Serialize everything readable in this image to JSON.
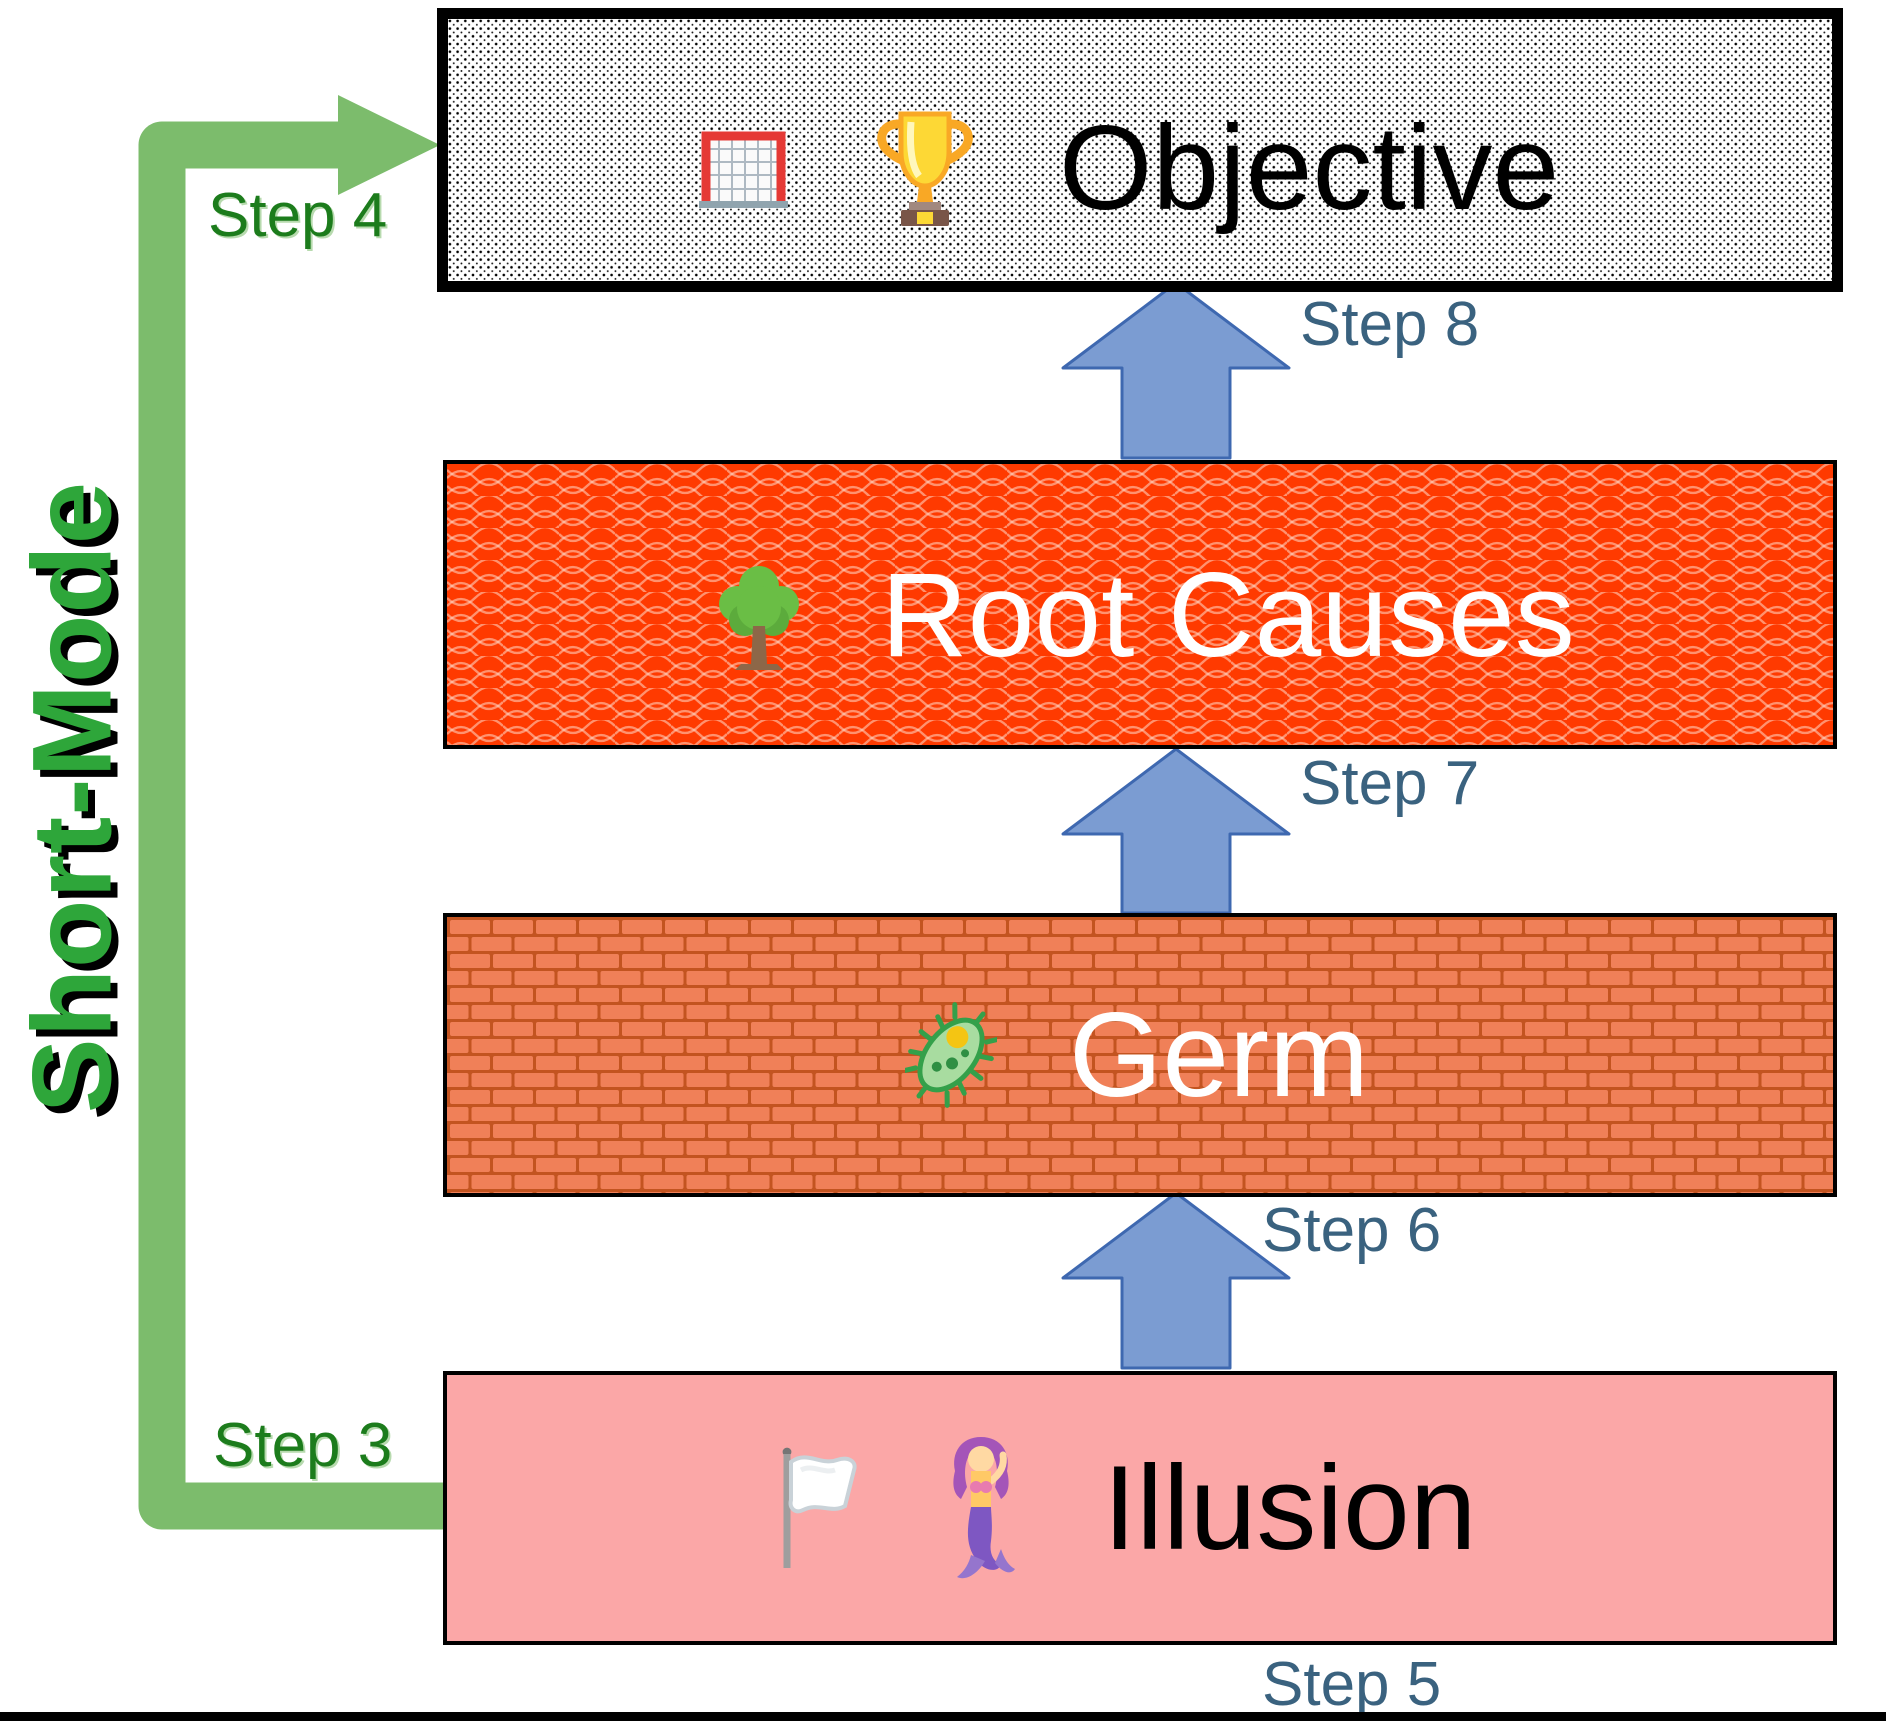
{
  "page": {
    "background": "#FFFFFF"
  },
  "diagram": {
    "boxes": [
      {
        "name": "objective",
        "label": "Objective",
        "icons": [
          "goal-net-icon",
          "trophy-icon"
        ],
        "fill_style": "white-dotted",
        "border": "thick-black",
        "text_color": "#000000"
      },
      {
        "name": "root-causes",
        "label": "Root Causes",
        "icons": [
          "tree-icon"
        ],
        "fill_style": "orange-red-weave",
        "fill_color": "#FF3A00",
        "text_color": "#FFFFFF"
      },
      {
        "name": "germ",
        "label": "Germ",
        "icons": [
          "microbe-icon"
        ],
        "fill_style": "brick",
        "fill_color": "#F08058",
        "mortar_color": "#C35420",
        "text_color": "#FFFFFF"
      },
      {
        "name": "illusion",
        "label": "Illusion",
        "icons": [
          "white-flag-icon",
          "mermaid-icon"
        ],
        "fill_style": "solid",
        "fill_color": "#FBA7A7",
        "text_color": "#000000"
      }
    ],
    "up_arrows": [
      {
        "label": "Step 8",
        "from": "Root Causes",
        "to": "Objective"
      },
      {
        "label": "Step 7",
        "from": "Germ",
        "to": "Root Causes"
      },
      {
        "label": "Step 6",
        "from": "Illusion",
        "to": "Germ"
      }
    ],
    "bottom_label": "Step 5",
    "bypass_arrow": {
      "title": "Short-Mode",
      "start_label": "Step 3",
      "end_label": "Step 4",
      "from": "Illusion",
      "to": "Objective",
      "color": "#7CBC6C"
    },
    "colors": {
      "step_label_blue": "#3A627F",
      "step_label_green": "#1C7C1C",
      "side_title_green": "#2EA63A",
      "up_arrow_fill": "#7B9CD2",
      "up_arrow_stroke": "#3E68B0",
      "bottom_rule": "#000000"
    }
  }
}
